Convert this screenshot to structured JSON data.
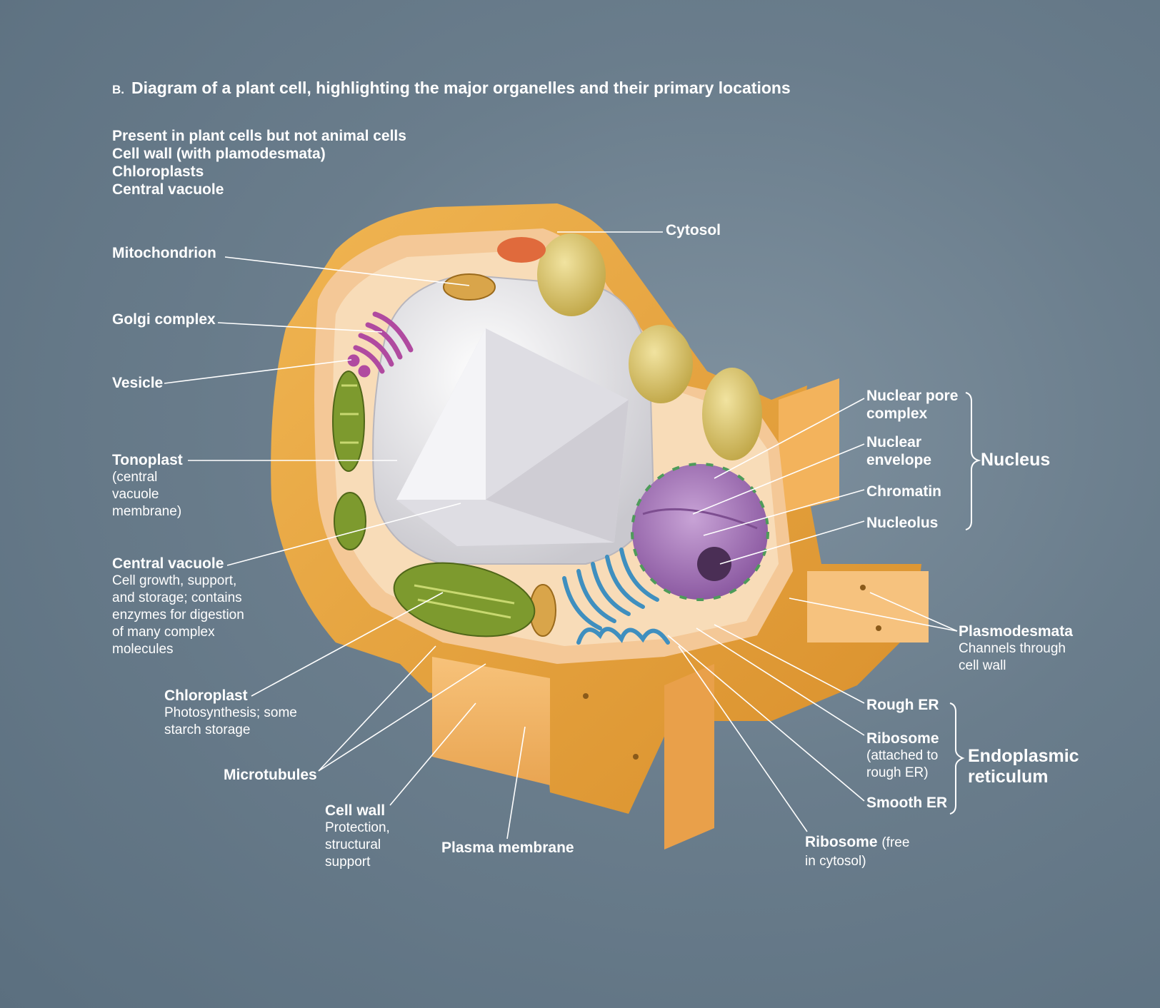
{
  "figure": {
    "tag": "B.",
    "title": "Diagram of a plant cell, highlighting the major organelles and their primary locations"
  },
  "plant_only": {
    "heading": "Present in plant cells but not animal cells",
    "items": [
      "Cell wall (with plamodesmata)",
      "Chloroplasts",
      "Central vacuole"
    ]
  },
  "labels": {
    "cytosol": "Cytosol",
    "mitochondrion": "Mitochondrion",
    "golgi": "Golgi complex",
    "vesicle": "Vesicle",
    "tonoplast": {
      "name": "Tonoplast",
      "desc": "(central vacuole membrane)"
    },
    "central_vacuole": {
      "name": "Central vacuole",
      "desc": "Cell growth, support, and storage; contains enzymes for digestion of many complex molecules"
    },
    "chloroplast": {
      "name": "Chloroplast",
      "desc": "Photosynthesis; some starch storage"
    },
    "microtubules": "Microtubules",
    "cell_wall": {
      "name": "Cell wall",
      "desc": "Protection, structural support"
    },
    "plasma_membrane": "Plasma membrane",
    "nuclear_pore": "Nuclear pore complex",
    "nuclear_envelope": "Nuclear envelope",
    "chromatin": "Chromatin",
    "nucleolus": "Nucleolus",
    "nucleus": "Nucleus",
    "plasmodesmata": {
      "name": "Plasmodesmata",
      "desc": "Channels through cell wall"
    },
    "rough_er": "Rough ER",
    "ribosome_attached": {
      "name": "Ribosome",
      "desc": "(attached to rough ER)"
    },
    "smooth_er": "Smooth ER",
    "endoplasmic_reticulum": "Endoplasmic reticulum",
    "ribosome_free": {
      "name": "Ribosome",
      "desc": "(free in cytosol)"
    }
  },
  "colors": {
    "background": "#6a7d8c",
    "cell_wall": "#e8a73f",
    "cytoplasm": "#f6d3a8",
    "vacuole": "#e9e8ec",
    "chloroplast": "#7d9a2e",
    "nucleus": "#a679b8",
    "er": "#3f8fbf",
    "golgi": "#b04aa0",
    "mitochondrion": "#d9a54a"
  }
}
